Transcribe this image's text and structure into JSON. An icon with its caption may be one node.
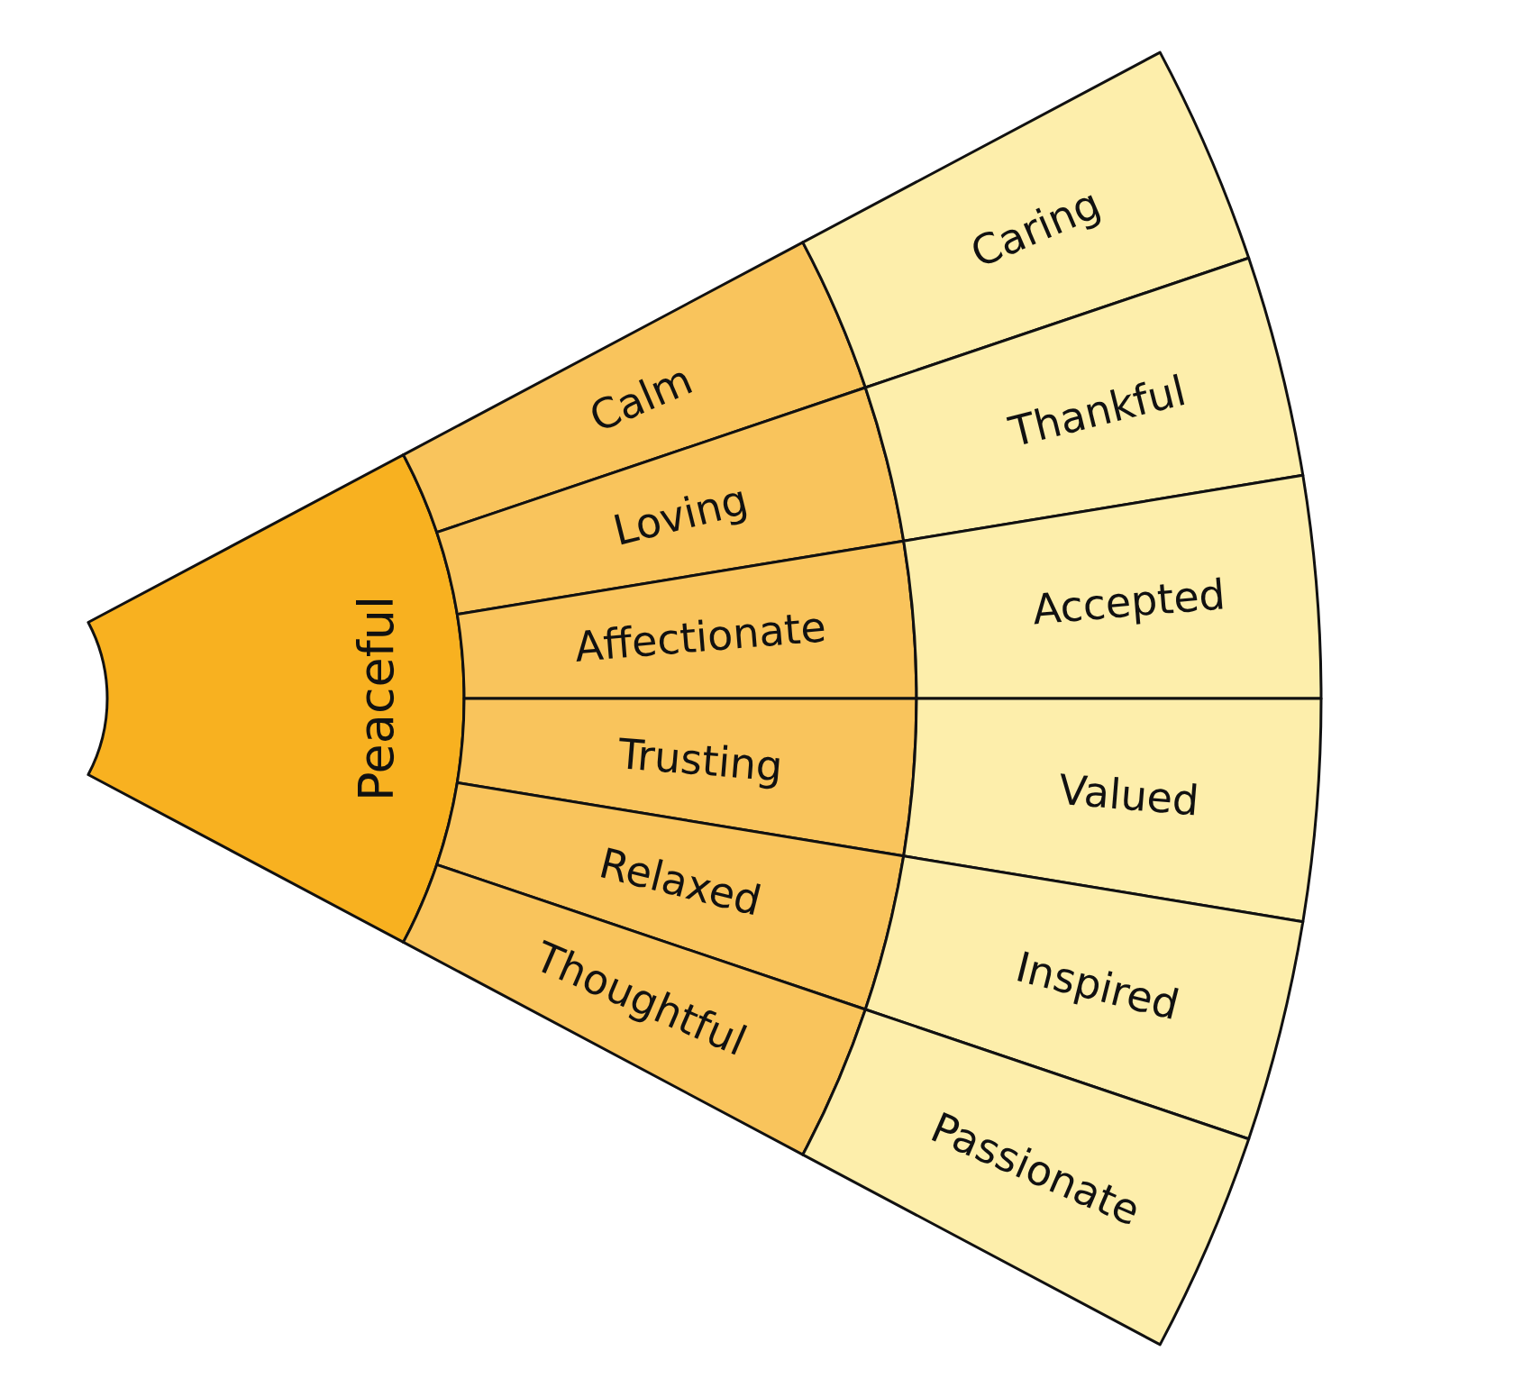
{
  "diagram": {
    "nodes": [
      {
        "text": [
          "Peaceful"
        ]
      },
      {
        "text": [
          "Calm"
        ]
      },
      {
        "text": [
          "Loving"
        ]
      },
      {
        "text": [
          "Affectionate"
        ]
      },
      {
        "text": [
          "Trusting"
        ]
      },
      {
        "text": [
          "Relaxed"
        ]
      },
      {
        "text": [
          "Thoughtful"
        ]
      },
      {
        "text": [
          "Caring"
        ]
      },
      {
        "text": [
          "Thankful"
        ]
      },
      {
        "text": [
          "Accepted"
        ]
      },
      {
        "text": [
          "Valued"
        ]
      },
      {
        "text": [
          "Inspired"
        ]
      },
      {
        "text": [
          "Passionate"
        ]
      }
    ]
  }
}
